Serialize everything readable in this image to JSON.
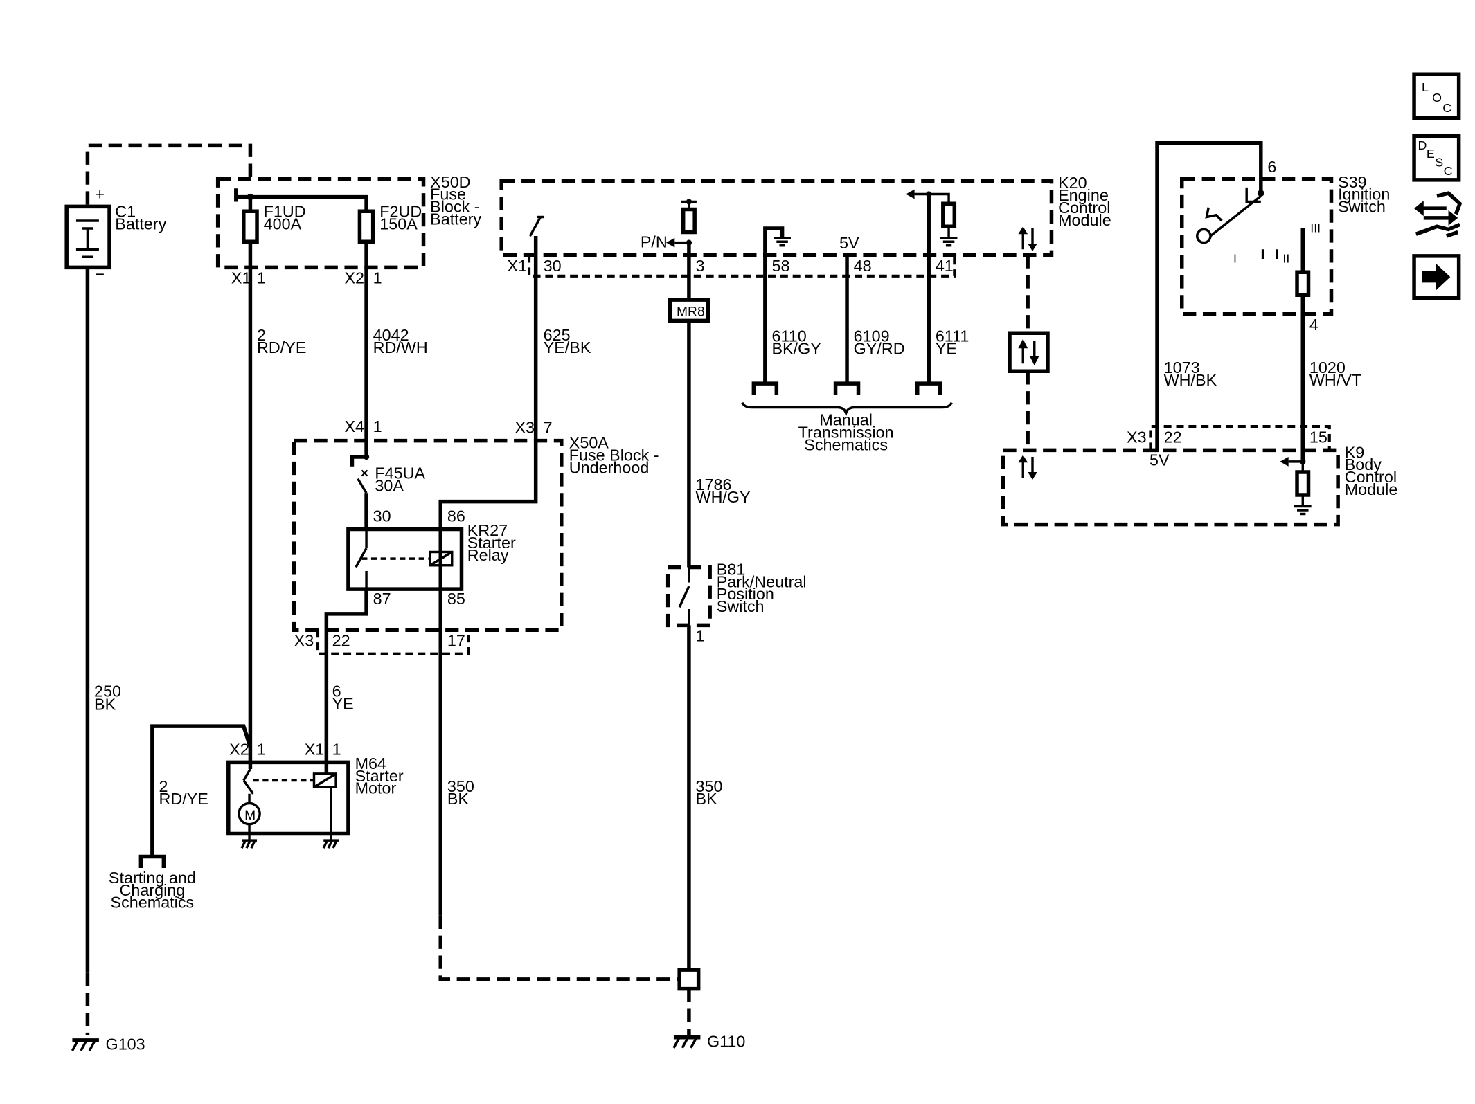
{
  "components": {
    "battery": {
      "id": "C1",
      "name": "Battery",
      "plus": "+",
      "minus": "−"
    },
    "fuse_block_battery": {
      "id": "X50D",
      "name_l1": "Fuse",
      "name_l2": "Block -",
      "name_l3": "Battery"
    },
    "fuse_f1ud": {
      "id": "F1UD",
      "rating": "400A"
    },
    "fuse_f2ud": {
      "id": "F2UD",
      "rating": "150A"
    },
    "ecm": {
      "id": "K20",
      "name_l1": "Engine",
      "name_l2": "Control",
      "name_l3": "Module",
      "pn_label": "P/N",
      "v5_label": "5V"
    },
    "fuse_block_underhood": {
      "id": "X50A",
      "name_l1": "Fuse Block -",
      "name_l2": "Underhood"
    },
    "fuse_f45ua": {
      "id": "F45UA",
      "rating": "30A"
    },
    "starter_relay": {
      "id": "KR27",
      "name_l1": "Starter",
      "name_l2": "Relay"
    },
    "starter_motor": {
      "id": "M64",
      "name_l1": "Starter",
      "name_l2": "Motor",
      "motor_symbol": "M"
    },
    "pn_switch": {
      "id": "B81",
      "name_l1": "Park/Neutral",
      "name_l2": "Position",
      "name_l3": "Switch"
    },
    "ignition_switch": {
      "id": "S39",
      "name_l1": "Ignition",
      "name_l2": "Switch",
      "pos_1": "I",
      "pos_2": "II",
      "pos_3": "III"
    },
    "bcm": {
      "id": "K9",
      "name_l1": "Body",
      "name_l2": "Control",
      "name_l3": "Module",
      "v5_label": "5V"
    },
    "mr8": {
      "id": "MR8"
    }
  },
  "connectors": {
    "x1_fuse": "X1",
    "x1_fuse_pin": "1",
    "x2_fuse": "X2",
    "x2_fuse_pin": "1",
    "x1_ecm": "X1",
    "ecm_pin_30": "30",
    "ecm_pin_3": "3",
    "ecm_pin_58": "58",
    "ecm_pin_48": "48",
    "ecm_pin_41": "41",
    "x4_underhood": "X4",
    "x4_pin": "1",
    "x3_underhood_top": "X3",
    "x3_top_pin": "7",
    "relay_pin_30": "30",
    "relay_pin_86": "86",
    "relay_pin_87": "87",
    "relay_pin_85": "85",
    "x3_underhood_bottom": "X3",
    "x3_bottom_pin_22": "22",
    "x3_bottom_pin_17": "17",
    "x2_motor": "X2",
    "x2_motor_pin": "1",
    "x1_motor": "X1",
    "x1_motor_pin": "1",
    "pn_switch_pin": "1",
    "ign_pin_6": "6",
    "ign_pin_4": "4",
    "x3_bcm": "X3",
    "bcm_pin_22": "22",
    "bcm_pin_15": "15"
  },
  "wires": {
    "w250": {
      "circuit": "250",
      "color": "BK"
    },
    "w2_top": {
      "circuit": "2",
      "color": "RD/YE"
    },
    "w4042": {
      "circuit": "4042",
      "color": "RD/WH"
    },
    "w625": {
      "circuit": "625",
      "color": "YE/BK"
    },
    "w6110": {
      "circuit": "6110",
      "color": "BK/GY"
    },
    "w6109": {
      "circuit": "6109",
      "color": "GY/RD"
    },
    "w6111": {
      "circuit": "6111",
      "color": "YE"
    },
    "w1786": {
      "circuit": "1786",
      "color": "WH/GY"
    },
    "w6": {
      "circuit": "6",
      "color": "YE"
    },
    "w2_bottom": {
      "circuit": "2",
      "color": "RD/YE"
    },
    "w350_a": {
      "circuit": "350",
      "color": "BK"
    },
    "w350_b": {
      "circuit": "350",
      "color": "BK"
    },
    "w1073": {
      "circuit": "1073",
      "color": "WH/BK"
    },
    "w1020": {
      "circuit": "1020",
      "color": "WH/VT"
    }
  },
  "references": {
    "manual_trans": {
      "l1": "Manual",
      "l2": "Transmission",
      "l3": "Schematics"
    },
    "starting_charging": {
      "l1": "Starting and",
      "l2": "Charging",
      "l3": "Schematics"
    }
  },
  "grounds": {
    "g103": "G103",
    "g110": "G110"
  },
  "nav": {
    "loc": {
      "c1": "L",
      "c2": "O",
      "c3": "C"
    },
    "desc": {
      "c1": "D",
      "c2": "E",
      "c3": "S",
      "c4": "C"
    }
  }
}
